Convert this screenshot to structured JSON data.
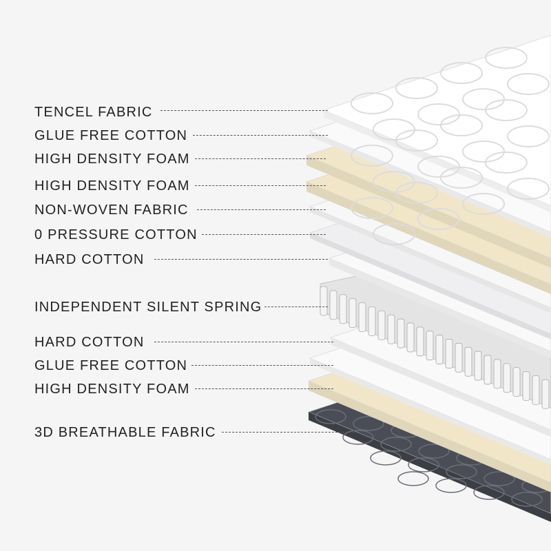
{
  "title": "Mattress layer structure",
  "layers": [
    {
      "label": "TENCEL FABRIC",
      "color": "#ffffff"
    },
    {
      "label": "GLUE FREE COTTON",
      "color": "#fafafa"
    },
    {
      "label": "HIGH DENSITY FOAM",
      "color": "#f1e6c8"
    },
    {
      "label": "HIGH DENSITY FOAM",
      "color": "#f1e6c8"
    },
    {
      "label": "NON-WOVEN FABRIC",
      "color": "#f7f7f7"
    },
    {
      "label": "0 PRESSURE COTTON",
      "color": "#efeff2"
    },
    {
      "label": "HARD COTTON",
      "color": "#f9f9f9"
    },
    {
      "label": "INDEPENDENT SILENT SPRING",
      "color": "#e6e6e6"
    },
    {
      "label": "HARD COTTON",
      "color": "#f9f9f9"
    },
    {
      "label": "GLUE FREE COTTON",
      "color": "#fafafa"
    },
    {
      "label": "HIGH DENSITY FOAM",
      "color": "#f1e6c8"
    },
    {
      "label": "3D BREATHABLE FABRIC",
      "color": "#4a4d55"
    }
  ]
}
